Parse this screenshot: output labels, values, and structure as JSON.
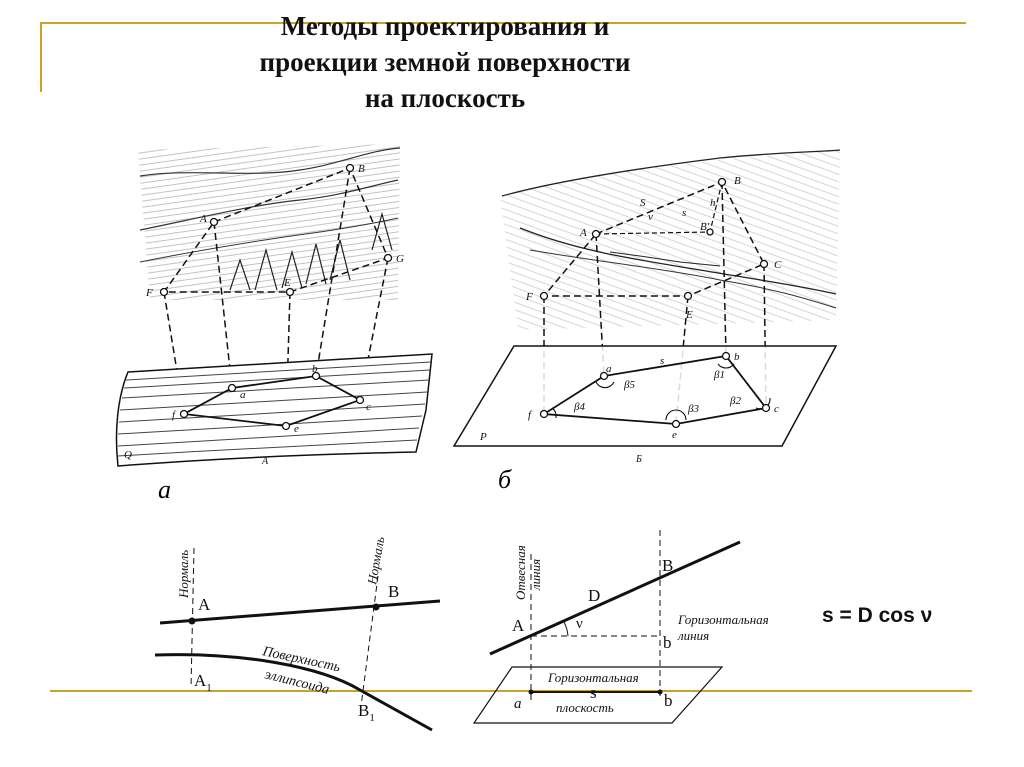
{
  "slide": {
    "title_lines": [
      "Методы проектирования и",
      "проекции земной поверхности",
      "на плоскость"
    ],
    "formula": "s = D cos ν",
    "colors": {
      "frame": "#c9a227",
      "ink": "#111111",
      "sketch": "#555555"
    }
  },
  "figure_a": {
    "caption": "а",
    "plate_label": "А",
    "surface_label": "Q",
    "points_upper": [
      "A",
      "B",
      "G",
      "E",
      "F"
    ],
    "points_lower": [
      "a",
      "b",
      "c",
      "e",
      "f"
    ]
  },
  "figure_b": {
    "caption": "б",
    "plate_label": "Б",
    "plane_label": "P",
    "points_upper": [
      "A",
      "B",
      "C",
      "E",
      "F"
    ],
    "points_lower": [
      "a",
      "b",
      "c",
      "e",
      "f"
    ],
    "angles": [
      "β1",
      "β2",
      "β3",
      "β4",
      "β5"
    ],
    "side_label": "s",
    "slope_labels": [
      "S",
      "ν",
      "s",
      "h",
      "B'"
    ]
  },
  "diagram_left": {
    "normal_label_1": "Нормаль",
    "normal_label_2": "Нормаль",
    "point_A": "A",
    "point_B": "B",
    "point_A1": "A",
    "point_A1_sub": "1",
    "point_B1": "B",
    "point_B1_sub": "1",
    "surface_label_1": "Поверхность",
    "surface_label_2": "эллипсоида"
  },
  "diagram_right": {
    "plumb_label_1": "Отвесная",
    "plumb_label_2": "линия",
    "point_A": "A",
    "point_B": "B",
    "segment_D": "D",
    "angle_nu": "ν",
    "point_b_upper": "b",
    "horizontal_line_1": "Горизонтальная",
    "horizontal_line_2": "линия",
    "plane_label_1": "Горизонтальная",
    "plane_label_2": "плоскость",
    "point_a_lower": "a",
    "segment_s": "s",
    "point_b_lower": "b"
  }
}
